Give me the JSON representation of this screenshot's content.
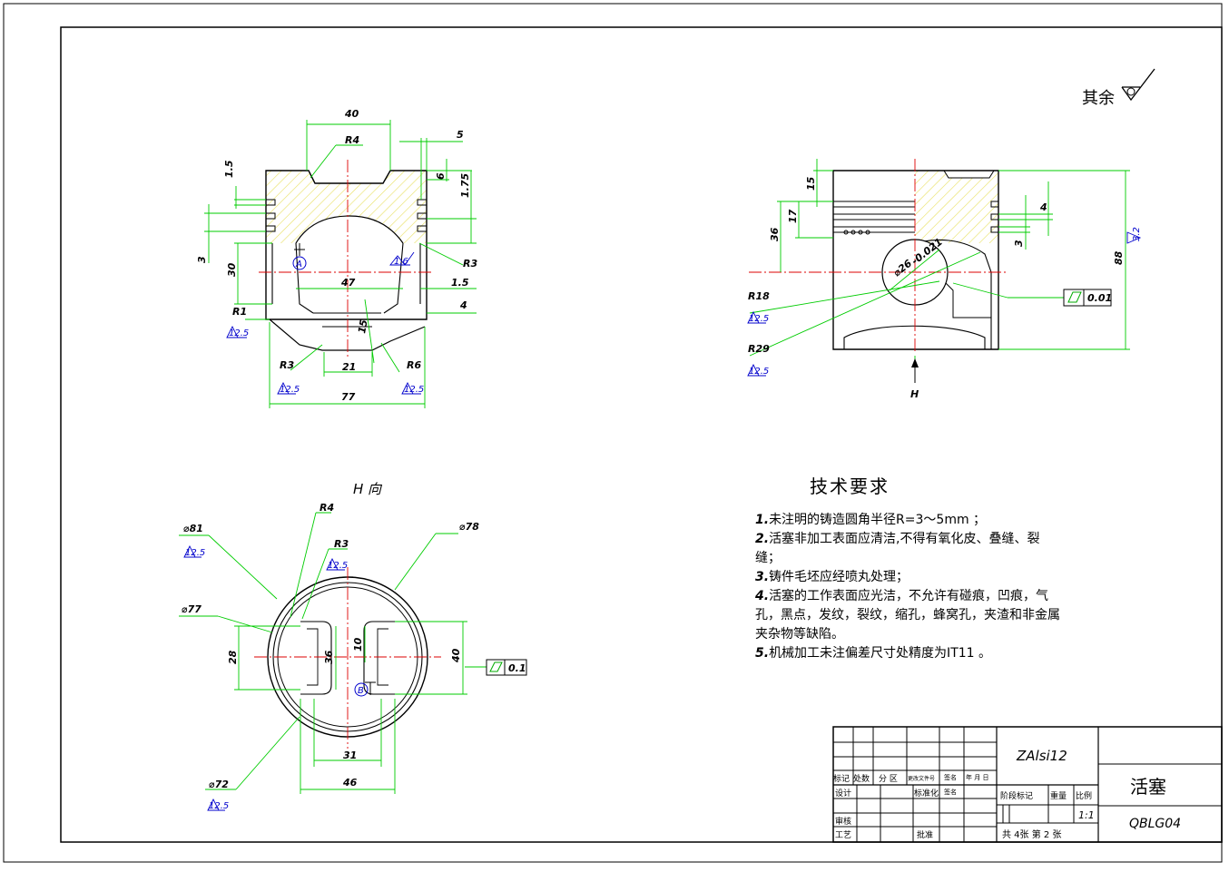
{
  "roughness_note": {
    "label": "其余",
    "value": ""
  },
  "views": {
    "section": {
      "dims": {
        "d40": "40",
        "r4": "R4",
        "d5": "5",
        "d1_5a": "1.5",
        "d6": "6",
        "d1_75": "1.75",
        "d3": "3",
        "d30": "30",
        "d47": "47",
        "d1_5b": "1.5",
        "d4": "4",
        "r1": "R1",
        "r3a": "R3",
        "d15": "15",
        "r3b": "R3",
        "d21": "21",
        "r6": "R6",
        "d77": "77",
        "rough_1_6": "1.6",
        "rough_12_5a": "12.5",
        "rough_12_5b": "12.5",
        "rough_12_5c": "12.5",
        "datum_a": "A"
      }
    },
    "side": {
      "dims": {
        "d15": "15",
        "d17": "17",
        "d36": "36",
        "d4": "4",
        "d3": "3",
        "d88": "88",
        "dia26": "⌀26",
        "tol26": "-0.021",
        "r18": "R18",
        "r29": "R29",
        "rough_3_2": "3.2",
        "rough_12_5a": "12.5",
        "rough_12_5b": "12.5",
        "tol_value": "0.01",
        "view_h": "H"
      }
    },
    "bottom": {
      "title": "H 向",
      "dims": {
        "d81": "⌀81",
        "r4": "R4",
        "r3": "R3",
        "d78": "⌀78",
        "d77": "⌀77",
        "d28": "28",
        "d36": "36",
        "d10": "10",
        "d40": "40",
        "tol_value": "0.1",
        "d31": "31",
        "d46": "46",
        "d72": "⌀72",
        "rough_12_5a": "12.5",
        "rough_12_5b": "12.5",
        "rough_12_5c": "12.5",
        "datum_b": "B"
      }
    }
  },
  "tech_requirements": {
    "title": "技术要求",
    "items": [
      {
        "num": "1.",
        "text": "未注明的铸造圆角半径R=3～5mm ；"
      },
      {
        "num": "2.",
        "text": "活塞非加工表面应清洁,不得有氧化皮、叠缝、裂缝；"
      },
      {
        "num": "3.",
        "text": "铸件毛坯应经喷丸处理；"
      },
      {
        "num": "4.",
        "text": "活塞的工作表面应光洁，不允许有碰痕，凹痕，气孔，黑点，发纹，裂纹，缩孔，蜂窝孔，夹渣和非金属夹杂物等缺陷。"
      },
      {
        "num": "5.",
        "text": "机械加工未注偏差尺寸处精度为IT11 。"
      }
    ]
  },
  "title_block": {
    "material": "ZAlsi12",
    "part_name": "活塞",
    "drawing_no": "QBLG04",
    "scale": "1:1",
    "sheets": "共 4张  第 2 张",
    "labels": {
      "mark": "标记",
      "count": "处数",
      "zone": "分 区",
      "change_doc": "更改文件号",
      "sign": "签名",
      "date": "年 月 日",
      "design": "设计",
      "standard": "标准化",
      "sign2": "签名",
      "review": "审核",
      "process": "工艺",
      "approve": "批准",
      "stage": "阶段标记",
      "weight": "重量",
      "scale_label": "比例"
    }
  },
  "colors": {
    "outline": "#000000",
    "dim": "#00cc00",
    "center": "#dd0000",
    "rough": "#0000cc",
    "hatch": "#e8e060"
  }
}
